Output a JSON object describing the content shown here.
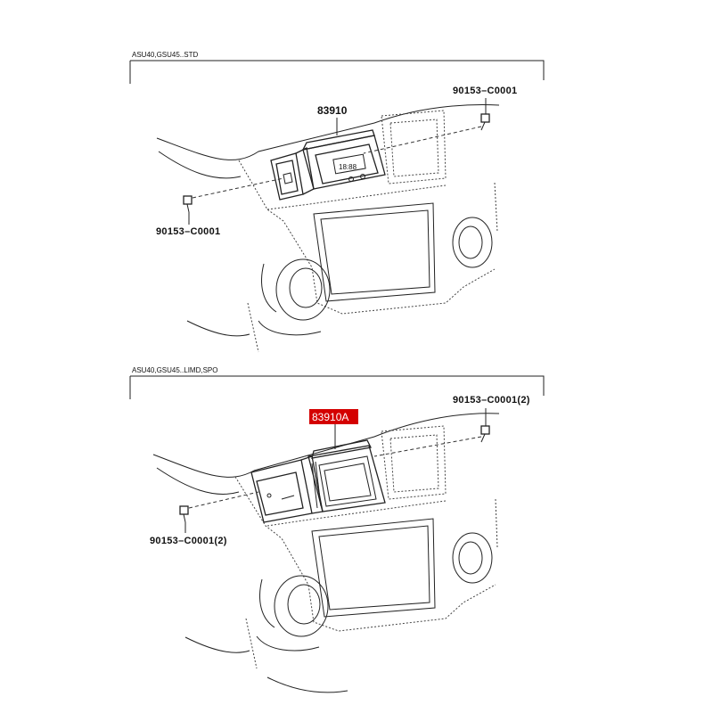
{
  "top_section": {
    "model_caption": "ASU40,GSU45..STD",
    "main_part": "83910",
    "screw_right": "90153–C0001",
    "screw_left": "90153–C0001",
    "display_readout": "18:88"
  },
  "bottom_section": {
    "model_caption": "ASU40,GSU45..LIMD,SPO",
    "main_part": "83910A",
    "screw_right": "90153–C0001(2)",
    "screw_left": "90153–C0001(2)"
  },
  "colors": {
    "highlight": "#d40000",
    "line": "#222222"
  }
}
